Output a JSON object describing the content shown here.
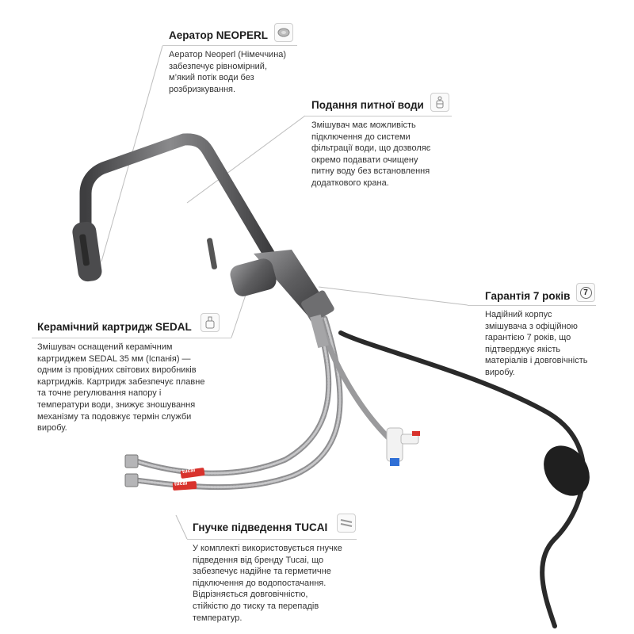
{
  "features": {
    "aerator": {
      "title": "Аератор NEOPERL",
      "icon": "aerator-icon",
      "lines": [
        "Аератор Neoperl (Німеччина)",
        "забезпечує рівномірний,",
        "м’який потік води без",
        "розбризкування."
      ]
    },
    "drinking_water": {
      "title": "Подання питної води",
      "icon": "water-filter-icon",
      "lines": [
        "Змішувач має можливість",
        "підключення до системи",
        "фільтрації води, що дозволяє",
        "окремо подавати очищену",
        "питну воду без встановлення",
        "додаткового крана."
      ]
    },
    "warranty": {
      "title": "Гарантія 7 років",
      "icon": "warranty-badge-icon",
      "badge_number": "7",
      "lines": [
        "Надійний корпус",
        "змішувача з офіційною",
        "гарантією 7 років, що",
        "підтверджує якість",
        "матеріалів і довговічність",
        "виробу."
      ]
    },
    "cartridge": {
      "title": "Керамічний картридж SEDAL",
      "icon": "cartridge-icon",
      "lines": [
        "Змішувач оснащений керамічним",
        "картриджем SEDAL 35 мм (Іспанія) —",
        "одним із провідних світових виробників",
        "картриджів. Картридж забезпечує плавне",
        "та точне регулювання напору і",
        "температури води, знижує зношування",
        "механізму та подовжує термін служби",
        "виробу."
      ]
    },
    "hoses": {
      "title": "Гнучке підведення TUCAI",
      "icon": "flexible-hose-icon",
      "lines": [
        "У комплекті використовується гнучке",
        "підведення від бренду Tucai, що",
        "забезпечує надійне та герметичне",
        "підключення до водопостачання.",
        "Відрізняється довговічністю,",
        "стійкістю до тиску та перепадів",
        "температур."
      ]
    }
  },
  "hose_label": "tucai",
  "colors": {
    "faucet": "#5a5a5c",
    "hose_black": "#2a2a2a",
    "braid": "#a9a9ab",
    "label_red": "#d8322c"
  }
}
